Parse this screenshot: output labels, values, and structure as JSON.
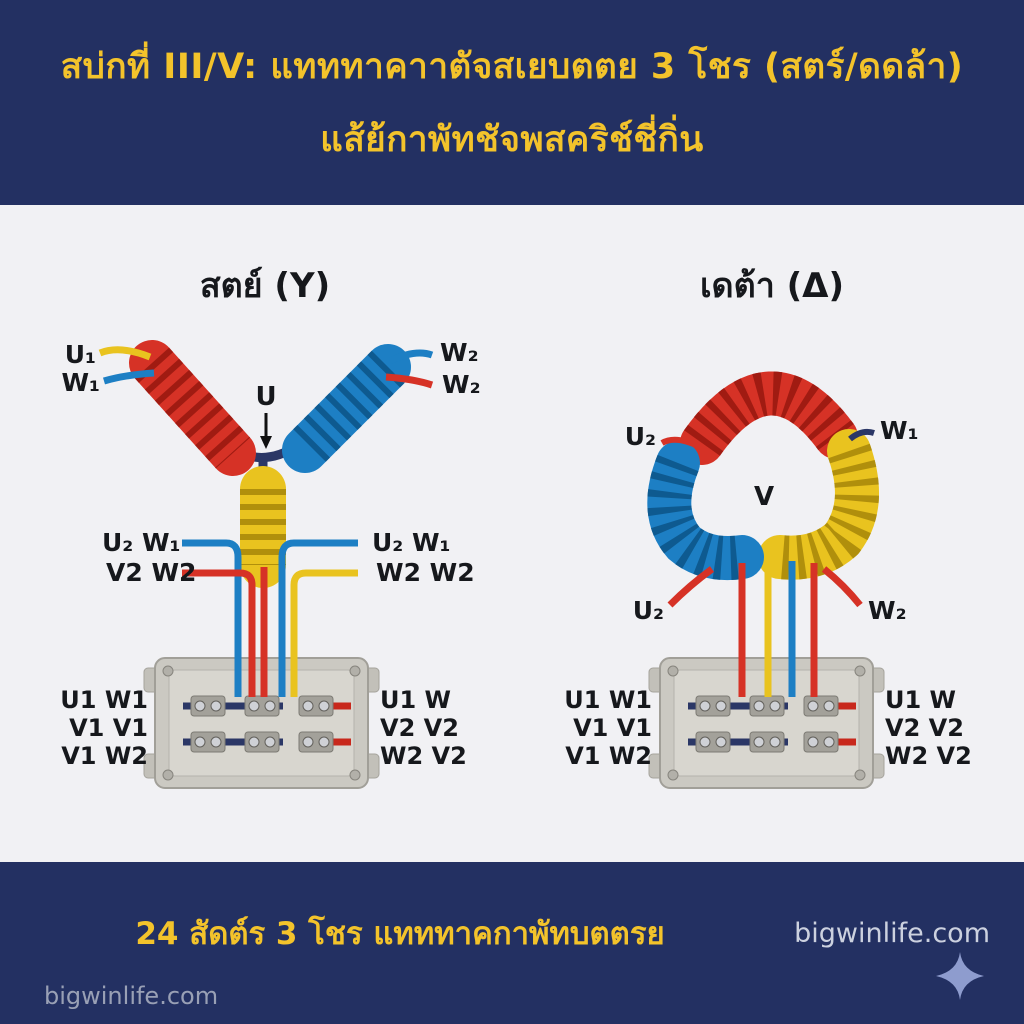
{
  "header": {
    "title_line1": "สบ่กที่ III/V: แทททาคาาตัจสเยบตตย 3 โชร (สตร์/ดดล้า)",
    "title_line2": "แส้ย้กาพัทชัจพสคริช์ชี่กิ่น"
  },
  "star": {
    "heading": "สตย์ (Y)",
    "lead_labels": {
      "top_left_1": "U₁",
      "top_left_2": "W₁",
      "top_right_1": "W₂",
      "top_right_2": "W₂",
      "neutral": "U",
      "mid_left_1": "U₂ W₁",
      "mid_left_2": "V2 W2",
      "mid_right_1": "U₂ W₁",
      "mid_right_2": "W2 W2"
    },
    "terminal_left": [
      "U1 W1",
      "V1 V1",
      "V1 W2"
    ],
    "terminal_right": [
      "U1 W",
      "V2 V2",
      "W2 V2"
    ]
  },
  "delta": {
    "heading": "เดต้า (Δ)",
    "lead_labels": {
      "top_left": "U₂",
      "top_right": "W₁",
      "center": "V",
      "bottom_left": "U₂",
      "bottom_right": "W₂"
    },
    "terminal_left": [
      "U1 W1",
      "V1 V1",
      "V1 W2"
    ],
    "terminal_right": [
      "U1 W",
      "V2 V2",
      "W2 V2"
    ]
  },
  "footer": {
    "caption": "24 สัดต์ร 3 โชร แทททาคกาพัทบตตรย",
    "watermark_right": "bigwinlife.com",
    "watermark_left": "bigwinlife.com"
  },
  "colors": {
    "navy": "#233062",
    "yellow_text": "#f3c32b",
    "coil_red": "#d63226",
    "coil_blue": "#1d7fc4",
    "coil_yellow": "#e9c31f",
    "wire_navy": "#2b3766",
    "background": "#f1f1f4"
  }
}
